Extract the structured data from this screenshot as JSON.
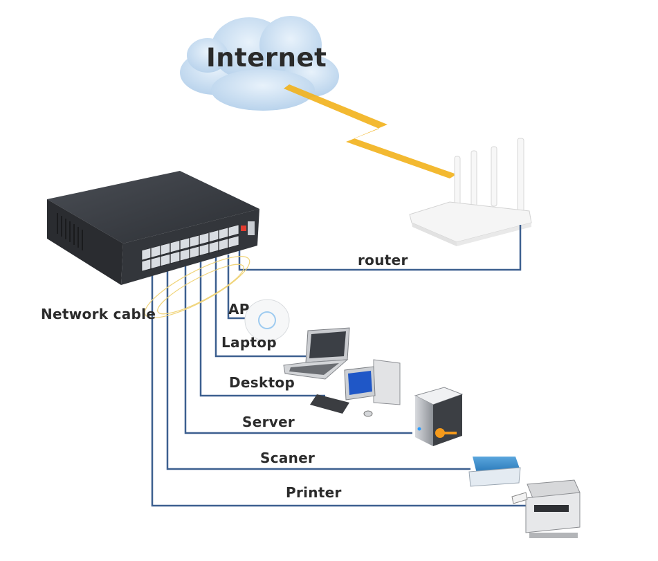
{
  "diagram": {
    "internet_label": "Internet",
    "labels": {
      "router": "router",
      "network_cable": "Network cable",
      "ap": "AP",
      "laptop": "Laptop",
      "desktop": "Desktop",
      "server": "Server",
      "scanner": "Scaner",
      "printer": "Printer"
    }
  },
  "colors": {
    "cable": "#3c5f8f",
    "wireless": "#f2b11b",
    "switch": "#3a3d42",
    "cloud": "#c7ddf2",
    "label": "#2b2b2b"
  },
  "icons": [
    "cloud-icon",
    "lightning-bolt-icon",
    "router-icon",
    "switch-icon",
    "access-point-icon",
    "laptop-icon",
    "desktop-icon",
    "server-icon",
    "scanner-icon",
    "printer-icon"
  ]
}
